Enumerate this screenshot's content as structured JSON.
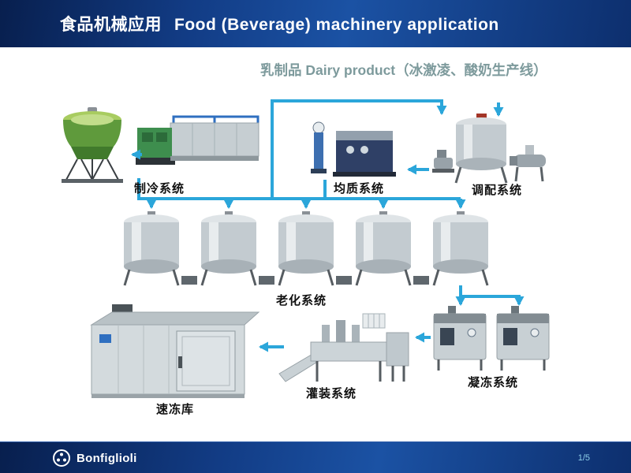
{
  "header": {
    "title_zh": "食品机械应用",
    "title_en": "Food (Beverage) machinery application"
  },
  "subtitle": "乳制品 Dairy product（冰激凌、酸奶生产线）",
  "systems": {
    "cooling": "制冷系统",
    "homogenizing": "均质系统",
    "blending": "调配系统",
    "aging": "老化系统",
    "quick_freezing_room": "速冻库",
    "filling": "灌装系统",
    "freezing": "凝冻系统"
  },
  "footer": {
    "brand": "Bonfiglioli",
    "page": "1/5"
  },
  "colors": {
    "header_background": "#123c85",
    "arrow": "#2ba6da",
    "subtitle_text": "#7d9a9c"
  }
}
